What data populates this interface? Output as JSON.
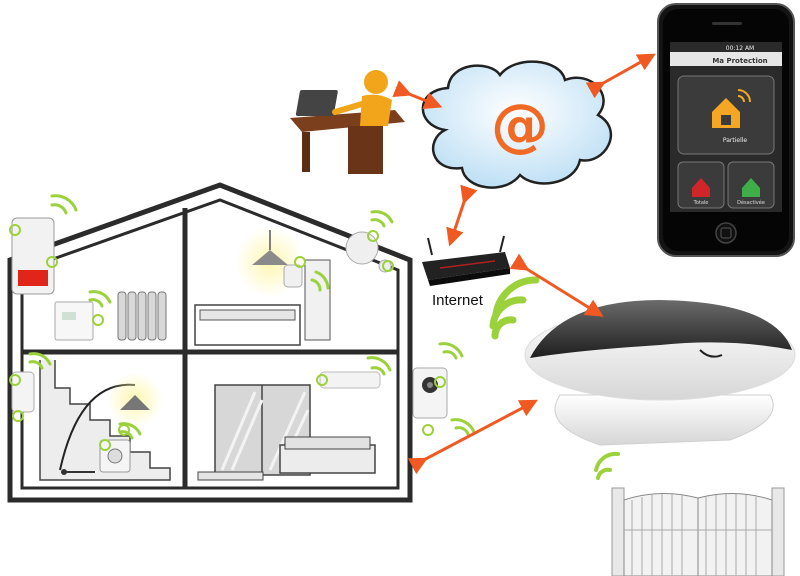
{
  "labels": {
    "internet": "Internet",
    "cloud_symbol": "@"
  },
  "phone": {
    "time": "00:12 AM",
    "app_title": "Ma Protection",
    "main_status": "Partielle",
    "button_left": "Totale",
    "button_right": "Désactivée"
  },
  "colors": {
    "arrow": "#f05a22",
    "wifi": "#9bd23c",
    "cloud": "#cfe8f8",
    "at_sign": "#f06a26",
    "house_outline": "#2b2b2b",
    "alarm_red": "#e0261b",
    "person": "#f2a51a"
  }
}
